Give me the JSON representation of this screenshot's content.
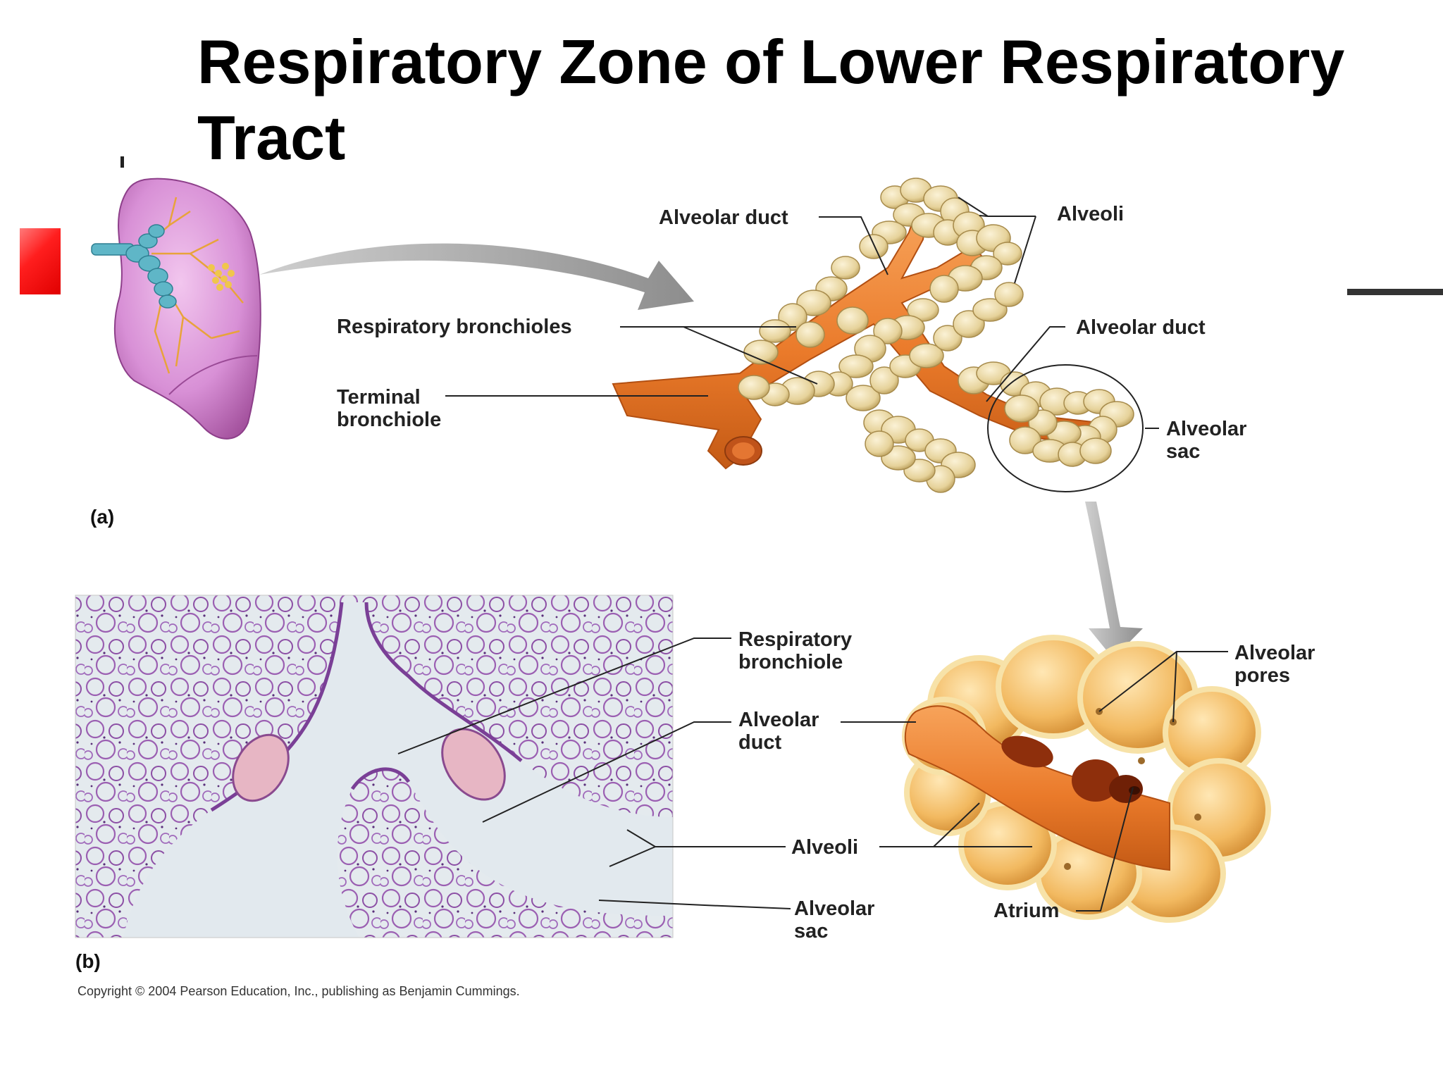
{
  "title": "Respiratory Zone of Lower Respiratory Tract",
  "labels_a": {
    "alveolar_duct_top": "Alveolar duct",
    "alveoli_top": "Alveoli",
    "respiratory_bronchioles": "Respiratory bronchioles",
    "alveolar_duct_right": "Alveolar duct",
    "terminal_bronchiole_1": "Terminal",
    "terminal_bronchiole_2": "bronchiole",
    "alveolar_sac_1": "Alveolar",
    "alveolar_sac_2": "sac"
  },
  "labels_b": {
    "respiratory_bronchiole_1": "Respiratory",
    "respiratory_bronchiole_2": "bronchiole",
    "alveolar_duct_1": "Alveolar",
    "alveolar_duct_2": "duct",
    "alveoli": "Alveoli",
    "alveolar_sac_1": "Alveolar",
    "alveolar_sac_2": "sac"
  },
  "labels_detail": {
    "alveolar_pores_1": "Alveolar",
    "alveolar_pores_2": "pores",
    "atrium": "Atrium"
  },
  "panel_a": "(a)",
  "panel_b": "(b)",
  "copyright": "Copyright © 2004 Pearson Education, Inc., publishing as Benjamin Cummings.",
  "colors": {
    "accent_red": "#ff1e1e",
    "lung_pink": "#d890d6",
    "bronchiole_orange": "#f08a35",
    "alveoli_cream": "#ead9a6",
    "histology_purple": "#9b5fb2",
    "histology_bg": "#e2e9ee"
  }
}
